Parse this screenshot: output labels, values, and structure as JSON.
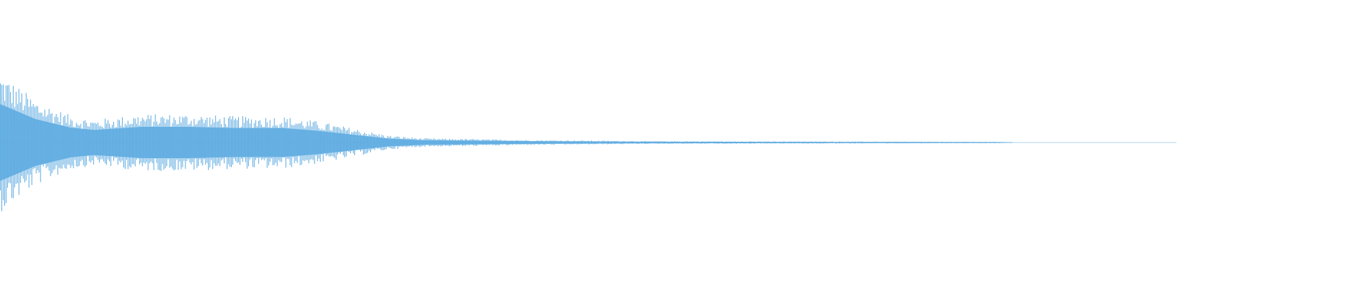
{
  "waveform": {
    "color": "#5aa9e0",
    "background": "#ffffff",
    "sample_count": 820,
    "amplitude_envelope": [
      [
        0.0,
        0.98
      ],
      [
        0.005,
        0.92
      ],
      [
        0.03,
        0.6
      ],
      [
        0.06,
        0.38
      ],
      [
        0.08,
        0.32
      ],
      [
        0.12,
        0.4
      ],
      [
        0.16,
        0.4
      ],
      [
        0.2,
        0.37
      ],
      [
        0.24,
        0.37
      ],
      [
        0.27,
        0.3
      ],
      [
        0.3,
        0.2
      ],
      [
        0.33,
        0.1
      ],
      [
        0.36,
        0.06
      ],
      [
        0.4,
        0.05
      ],
      [
        0.45,
        0.035
      ],
      [
        0.55,
        0.02
      ],
      [
        0.7,
        0.015
      ],
      [
        0.8,
        0.012
      ],
      [
        0.85,
        0.01
      ],
      [
        0.86,
        0.0
      ],
      [
        1.0,
        0.0
      ]
    ]
  }
}
